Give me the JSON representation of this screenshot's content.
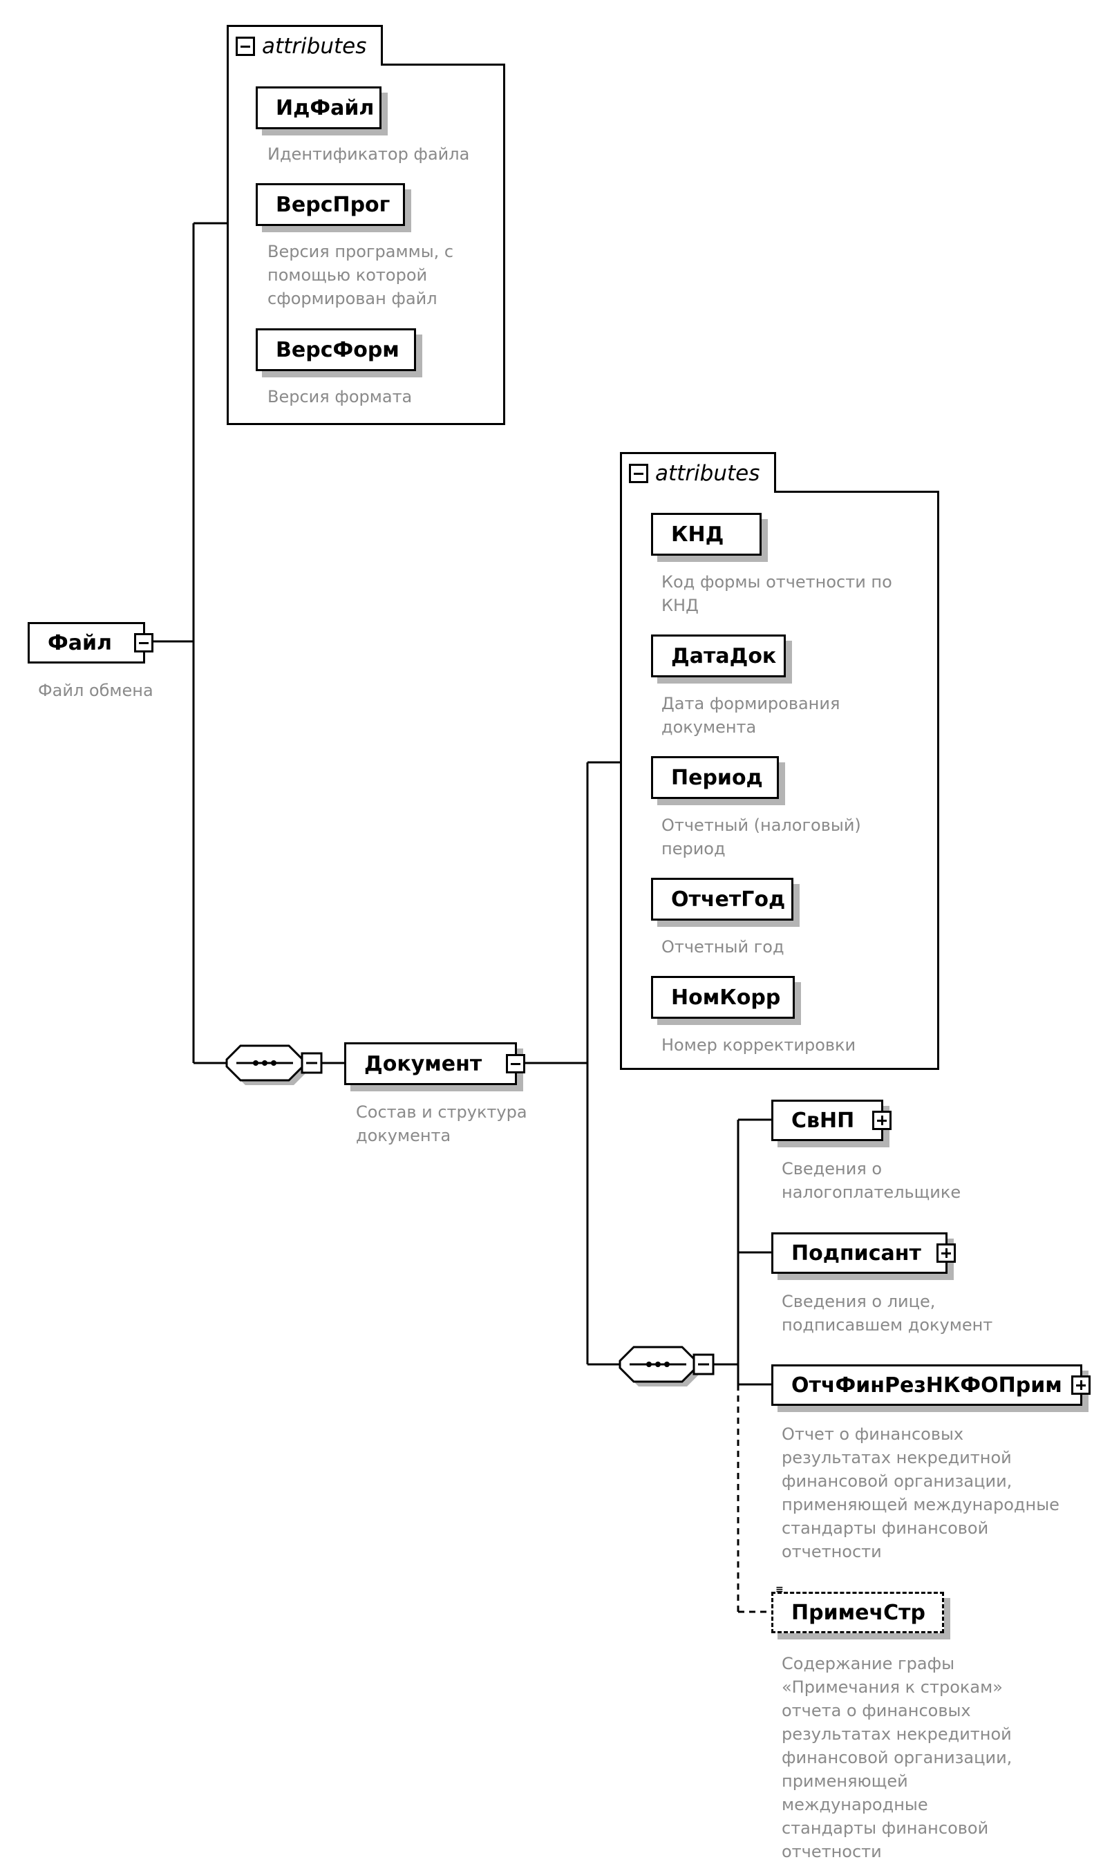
{
  "root": {
    "name": "Файл",
    "description": [
      "Файл обмена"
    ]
  },
  "file_attributes": {
    "header": "attributes",
    "items": [
      {
        "name": "ИдФайл",
        "description": [
          "Идентификатор файла"
        ]
      },
      {
        "name": "ВерсПрог",
        "description": [
          "Версия программы, с",
          "помощью которой",
          "сформирован файл"
        ]
      },
      {
        "name": "ВерсФорм",
        "description": [
          "Версия формата"
        ]
      }
    ]
  },
  "document": {
    "name": "Документ",
    "description": [
      "Состав и структура",
      "документа"
    ]
  },
  "document_attributes": {
    "header": "attributes",
    "items": [
      {
        "name": "КНД",
        "description": [
          "Код формы отчетности по",
          "КНД"
        ]
      },
      {
        "name": "ДатаДок",
        "description": [
          "Дата формирования",
          "документа"
        ]
      },
      {
        "name": "Период",
        "description": [
          "Отчетный (налоговый)",
          "период"
        ]
      },
      {
        "name": "ОтчетГод",
        "description": [
          "Отчетный год"
        ]
      },
      {
        "name": "НомКорр",
        "description": [
          "Номер корректировки"
        ]
      }
    ]
  },
  "document_children": [
    {
      "name": "СвНП",
      "description": [
        "Сведения о",
        "налогоплательщике"
      ]
    },
    {
      "name": "Подписант",
      "description": [
        "Сведения о лице,",
        "подписавшем документ"
      ]
    },
    {
      "name": "ОтчФинРезНКФОПрим",
      "description": [
        "Отчет о финансовых",
        "результатах некредитной",
        "финансовой организации,",
        "применяющей международные",
        "стандарты финансовой",
        "отчетности"
      ]
    },
    {
      "name": "ПримечСтр",
      "description": [
        "Содержание графы",
        "«Примечания к строкам»",
        "отчета о финансовых",
        "результатах некредитной",
        "финансовой организации,",
        "применяющей",
        "международные",
        "стандарты финансовой",
        "отчетности"
      ]
    }
  ],
  "colors": {
    "line": "#000000",
    "description_text": "#8a8a8a",
    "shadow": "#b4b4b4"
  }
}
